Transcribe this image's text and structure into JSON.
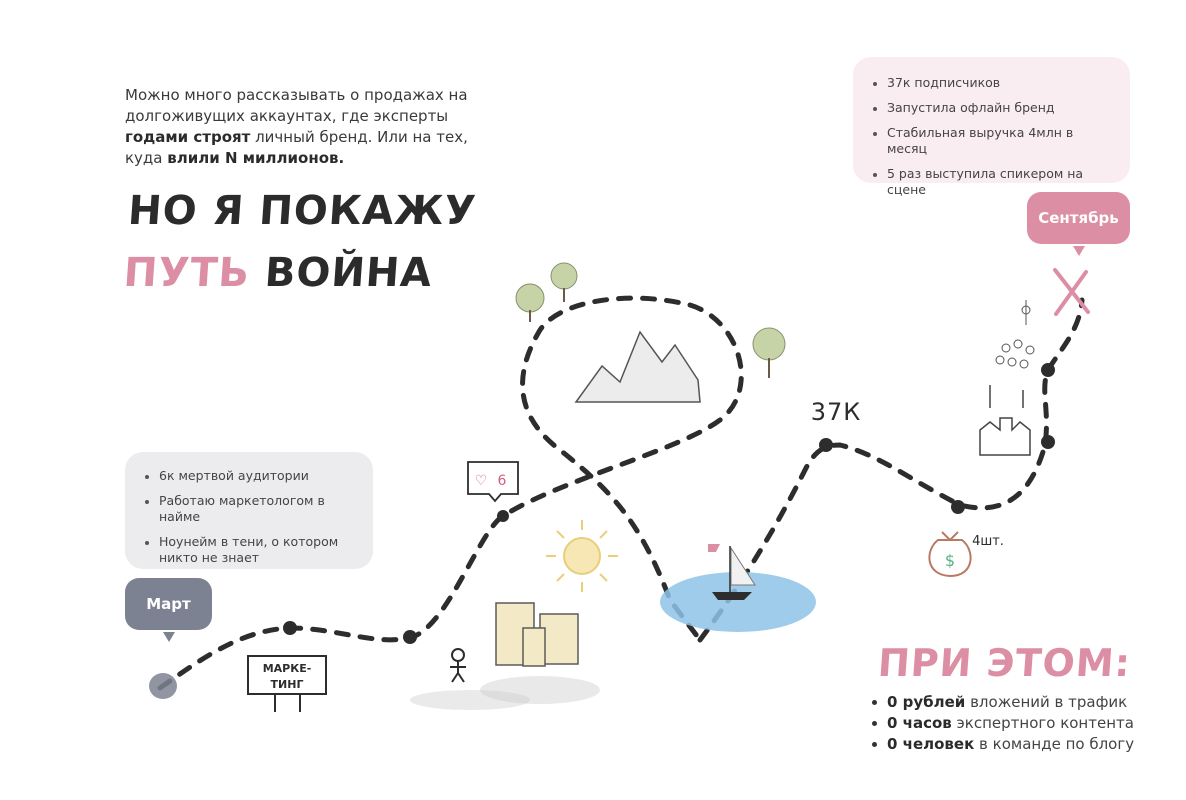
{
  "intro": {
    "t1": "Можно много рассказывать о продажах на долгоживущих аккаунтах, где эксперты ",
    "b1": "годами строят",
    "t2": " личный бренд. Или на тех, куда ",
    "b2": "влили N миллионов."
  },
  "headline": {
    "line1": "НО Я ПОКАЖУ",
    "line2_pink": "ПУТЬ",
    "line2_rest": "ВОЙНА"
  },
  "start_card": {
    "items": [
      "6к мертвой аудитории",
      "Работаю маркетологом в найме",
      "Ноунейм в тени, о котором никто не знает"
    ]
  },
  "end_card": {
    "items": [
      "37к подписчиков",
      "Запустила офлайн бренд",
      "Стабильная выручка 4млн в месяц",
      "5 раз выступила спикером на сцене"
    ]
  },
  "start_bubble": "Март",
  "end_bubble": "Сентябрь",
  "map": {
    "sign_line1": "МАРКЕ-",
    "sign_line2": "ТИНГ",
    "likes_badge": "6",
    "followers": "37К",
    "bag_count": "4шт.",
    "bag_symbol": "$"
  },
  "summary": {
    "title": "ПРИ ЭТОМ:",
    "items": [
      {
        "bold": "0 рублей",
        "rest": " вложений в трафик"
      },
      {
        "bold": "0 часов",
        "rest": " экспертного контента"
      },
      {
        "bold": "0 человек",
        "rest": " в команде по блогу"
      }
    ]
  },
  "colors": {
    "pink": "#dc8ea4",
    "slate": "#7c8291",
    "card_gray": "#ececee",
    "card_pink": "#faedf1",
    "water": "#8fc3e8"
  }
}
